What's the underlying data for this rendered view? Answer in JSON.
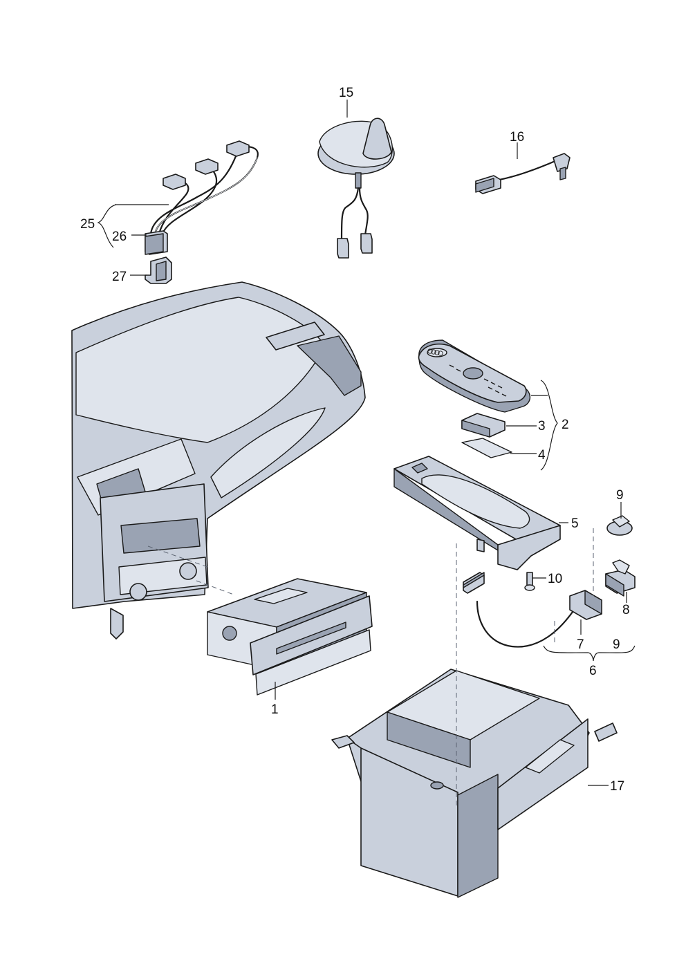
{
  "callouts": {
    "p1": "1",
    "p2": "2",
    "p3": "3",
    "p4": "4",
    "p5": "5",
    "p6": "6",
    "p7": "7",
    "p8": "8",
    "p9a": "9",
    "p9b": "9",
    "p10": "10",
    "p15": "15",
    "p16": "16",
    "p17": "17",
    "p25": "25",
    "p26": "26",
    "p27": "27"
  },
  "remote_logo": "four-rings-logo",
  "colors": {
    "part_fill": "#c9d0dc",
    "line": "#1a1a1a",
    "background": "#ffffff"
  }
}
